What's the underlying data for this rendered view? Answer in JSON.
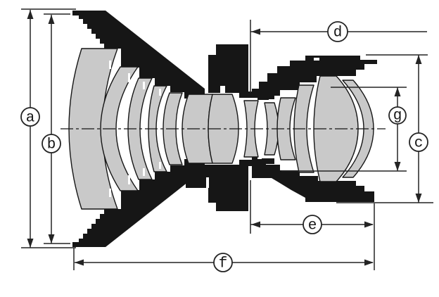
{
  "colors": {
    "background": "#ffffff",
    "ink": "#161616",
    "glass": "#c9c9c9",
    "dimension": "#242424"
  },
  "dimension_labels": [
    {
      "id": "a",
      "text": "a",
      "axis": "vertical"
    },
    {
      "id": "b",
      "text": "b",
      "axis": "vertical"
    },
    {
      "id": "c",
      "text": "c",
      "axis": "vertical"
    },
    {
      "id": "d",
      "text": "d",
      "axis": "horizontal"
    },
    {
      "id": "e",
      "text": "e",
      "axis": "horizontal"
    },
    {
      "id": "f",
      "text": "f",
      "axis": "horizontal"
    },
    {
      "id": "g",
      "text": "g",
      "axis": "vertical"
    }
  ]
}
